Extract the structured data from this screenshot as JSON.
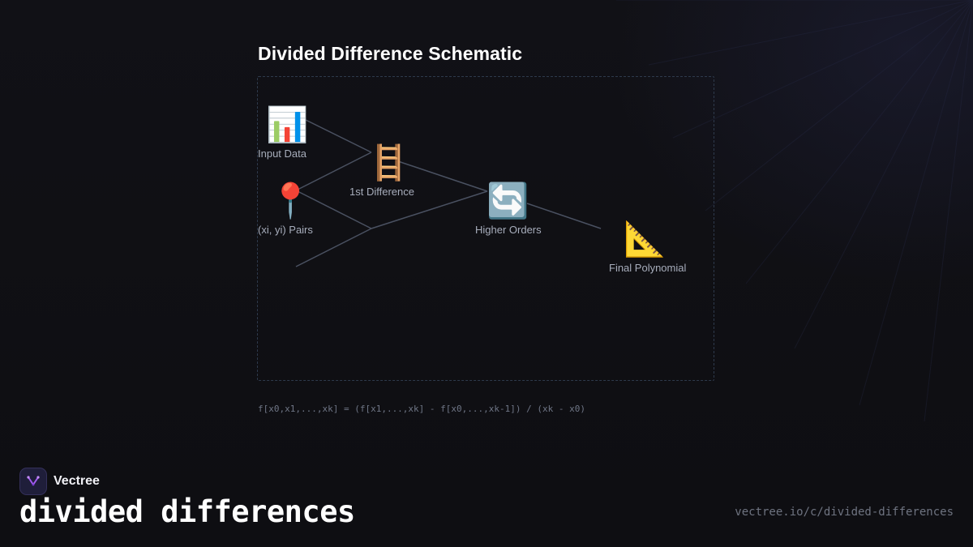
{
  "diagram": {
    "title": "Divided Difference Schematic",
    "nodes": [
      {
        "id": "input-data",
        "icon": "bar-chart-icon",
        "glyph": "📊",
        "label": "Input Data"
      },
      {
        "id": "pairs",
        "icon": "pin-icon",
        "glyph": "📍",
        "label": "(xi, yi) Pairs"
      },
      {
        "id": "first-diff",
        "icon": "ladder-icon",
        "glyph": "🪜",
        "label": "1st Difference"
      },
      {
        "id": "higher-orders",
        "icon": "refresh-icon",
        "glyph": "🔄",
        "label": "Higher Orders"
      },
      {
        "id": "final-poly",
        "icon": "triangle-ruler-icon",
        "glyph": "📐",
        "label": "Final Polynomial"
      }
    ],
    "edge_color": "#4a5161",
    "frame_color": "#2e3a4c",
    "formula": "f[x0,x1,...,xk] = (f[x1,...,xk] - f[x0,...,xk-1]) / (xk - x0)"
  },
  "footer": {
    "brand_name": "Vectree",
    "brand_icon": "vectree-logo-icon",
    "page_title": "divided differences",
    "url": "vectree.io/c/divided-differences"
  }
}
